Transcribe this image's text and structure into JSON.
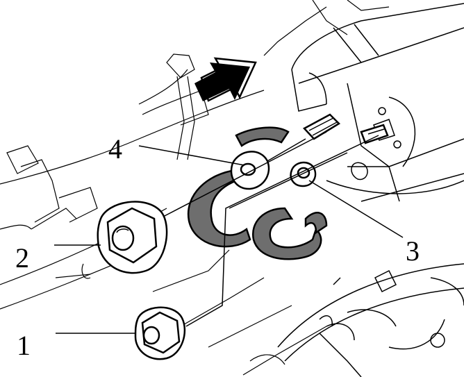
{
  "diagram": {
    "callouts": [
      {
        "id": "1",
        "text": "1"
      },
      {
        "id": "2",
        "text": "2"
      },
      {
        "id": "3",
        "text": "3"
      },
      {
        "id": "4",
        "text": "4"
      }
    ],
    "colors": {
      "line": "#000000",
      "background": "#ffffff",
      "cable_fill": "#6e6e6e"
    }
  }
}
